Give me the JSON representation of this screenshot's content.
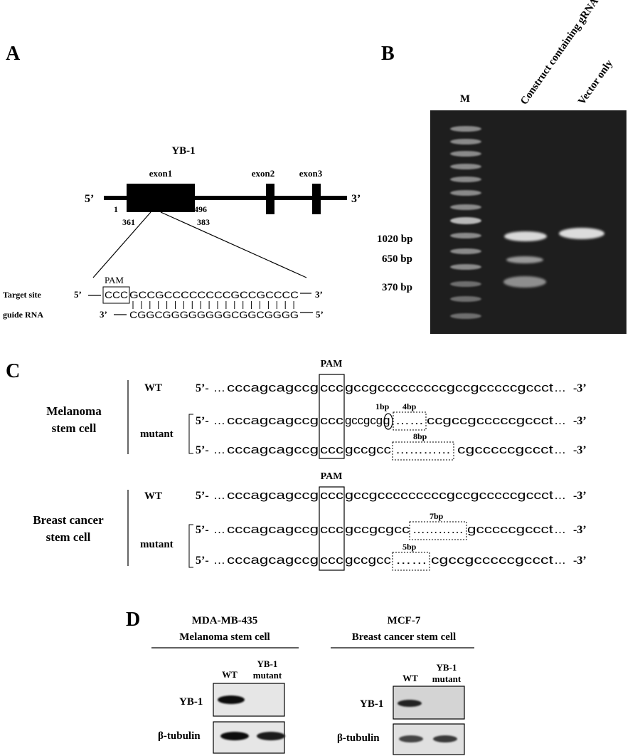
{
  "panels": {
    "a": "A",
    "b": "B",
    "c": "C",
    "d": "D"
  },
  "panel_a": {
    "gene": "YB-1",
    "exon1": "exon1",
    "exon2": "exon2",
    "exon3": "exon3",
    "five": "5’",
    "three": "3’",
    "num_1": "1",
    "num_496": "496",
    "num_361": "361",
    "num_383": "383",
    "pam": "PAM",
    "target_label": "Target site",
    "guide_label": "guide RNA",
    "target_5": "5’",
    "target_3": "3’",
    "guide_3": "3’",
    "guide_5": "5’",
    "target_pam_seq": "CCC",
    "target_seq": "GCCGCCCCCCCCGCCGCCCC",
    "guide_seq": "CGGCGGGGGGGGCGGCGGGG"
  },
  "panel_b": {
    "lane_m": "M",
    "lane_2": "Construct containing gRNA",
    "lane_3": "Vector only",
    "size_1020": "1020 bp",
    "size_650": "650 bp",
    "size_370": "370 bp"
  },
  "panel_c": {
    "pam": "PAM",
    "melanoma_1": "Melanoma",
    "melanoma_2": "stem cell",
    "breast_1": "Breast cancer",
    "breast_2": "stem cell",
    "wt": "WT",
    "mutant": "mutant",
    "prefix": "5’-",
    "suffix": "-3’",
    "ell": "…",
    "wt_pre": "cccagcagccg",
    "pam_seq": "ccc",
    "wt_post": "gccgcccccccccgccgcccccgccct",
    "m1_post_a": "gccgcg",
    "m1_circle": "g",
    "m1_dots": "……",
    "m1_post_b": "ccgccgcccccgccct",
    "m1_ann_1bp": "1bp",
    "m1_ann_4bp": "4bp",
    "m2_post_a": "gccgcc",
    "m2_dots": "…………",
    "m2_post_b": "cgcccccgccct",
    "m2_ann": "8bp",
    "b1_post_a": "gccgcgcc",
    "b1_dots": "…………",
    "b1_post_b": "gcccccgccct",
    "b1_ann": "7bp",
    "b2_post_a": "gccgcc",
    "b2_dots": "……",
    "b2_post_b": "cgccgcccccgccct",
    "b2_ann": "5bp"
  },
  "panel_d": {
    "left_title_1": "MDA-MB-435",
    "left_title_2": "Melanoma stem cell",
    "right_title_1": "MCF-7",
    "right_title_2": "Breast cancer stem cell",
    "wt": "WT",
    "yb1_mut_1": "YB-1",
    "yb1_mut_2": "mutant",
    "row_yb1": "YB-1",
    "row_tubulin": "β-tubulin"
  }
}
